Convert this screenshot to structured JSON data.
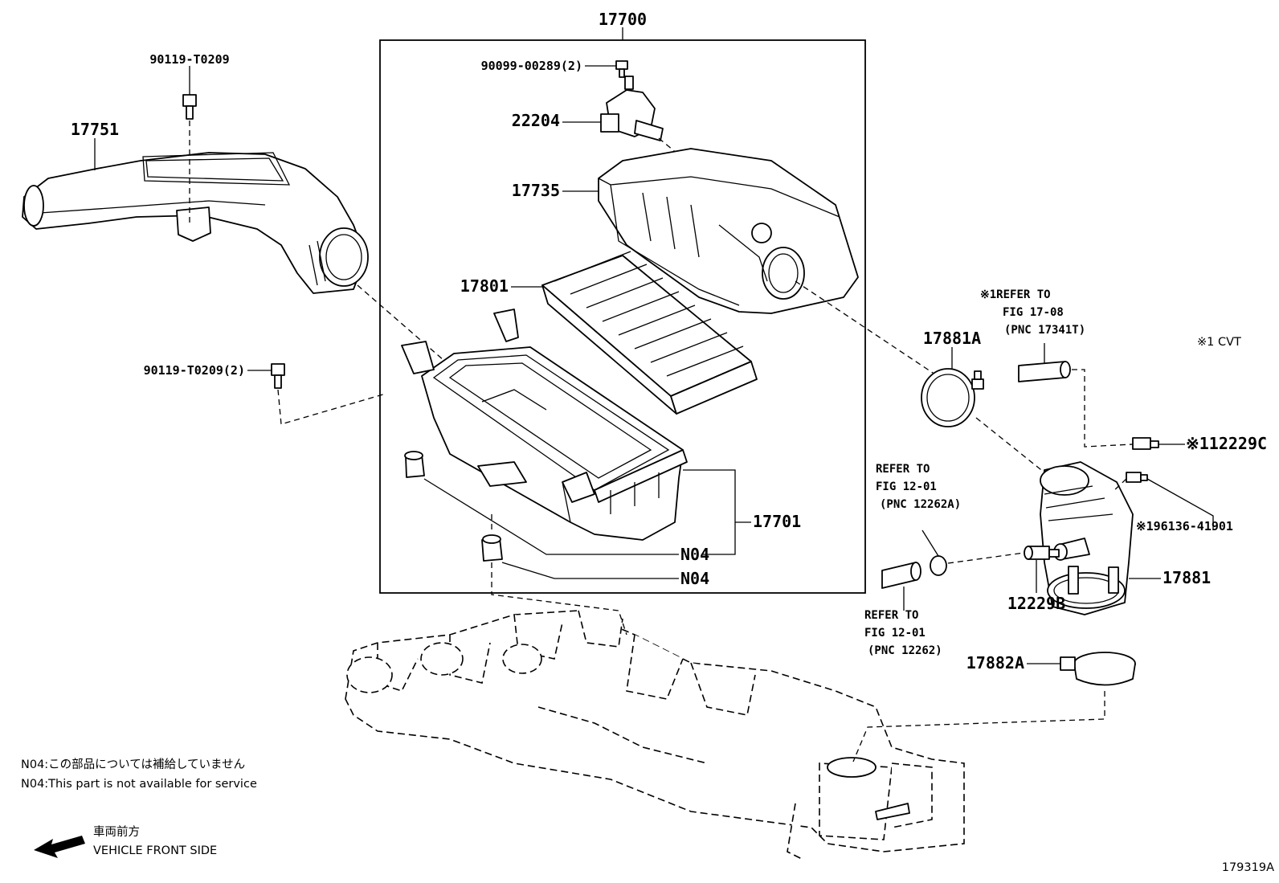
{
  "callouts": {
    "assembly": "17700",
    "bolt_top": "90119-T0209",
    "inlet_hose": "17751",
    "bolt_side": "90119-T0209(2)",
    "screw": "90099-00289(2)",
    "sensor": "22204",
    "cover": "17735",
    "element": "17801",
    "case": "17701",
    "n04_a": "N04",
    "n04_b": "N04",
    "clamp_a": "17881A",
    "hose_outlet": "17881",
    "clamp_b": "17882A",
    "union": "12229B",
    "union_c": "※112229C",
    "gasket": "※196136-41901"
  },
  "refs": {
    "ref_1708": [
      "※1REFER TO",
      "FIG 17-08",
      "(PNC 17341T)"
    ],
    "ref_1201a": [
      "REFER TO",
      "FIG 12-01",
      "(PNC 12262A)"
    ],
    "ref_1201b": [
      "REFER TO",
      "FIG 12-01",
      "(PNC 12262)"
    ]
  },
  "legend": {
    "cvt_note": "※1 CVT",
    "n04_jp": "N04:この部品については補給していません",
    "n04_en": "N04:This part is not available for service",
    "front_jp": "車両前方",
    "front_en": "VEHICLE FRONT SIDE",
    "figure_id": "179319A"
  }
}
